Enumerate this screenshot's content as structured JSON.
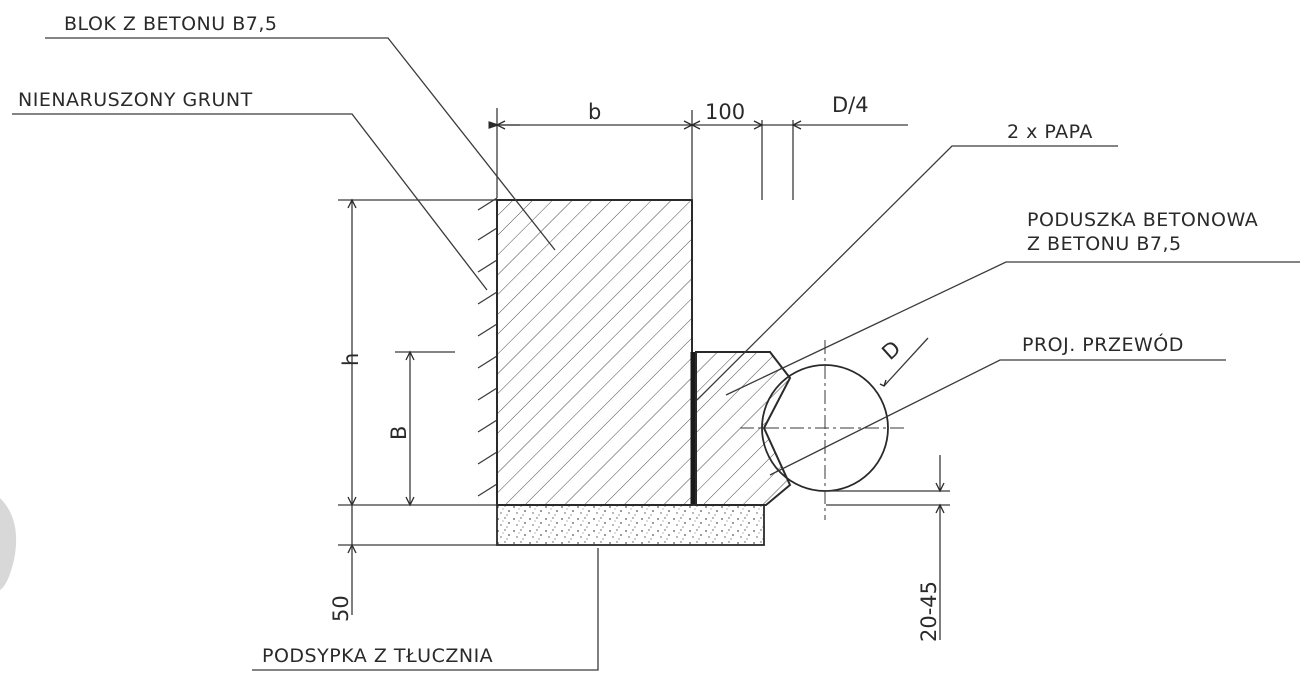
{
  "labels": {
    "blok": "BLOK Z BETONU B7,5",
    "grunt": "NIENARUSZONY GRUNT",
    "papa": "2 x PAPA",
    "poduszka_line1": "PODUSZKA BETONOWA",
    "poduszka_line2": "Z BETONU B7,5",
    "przewod": "PROJ. PRZEWÓD",
    "podsypka": "PODSYPKA Z TŁUCZNIA"
  },
  "dimensions": {
    "b": "b",
    "offset_100": "100",
    "d_quarter": "D/4",
    "h": "h",
    "B": "B",
    "D": "D",
    "d50": "50",
    "d20_45": "20-45"
  }
}
